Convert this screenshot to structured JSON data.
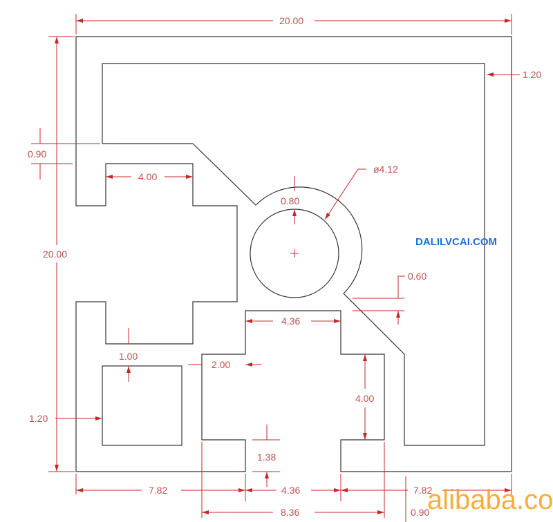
{
  "dimensions": {
    "top_width": "20.00",
    "left_height": "20.00",
    "right_wall": "1.20",
    "top_offset": "0.90",
    "upper_slot": "4.00",
    "diameter": "ø4.12",
    "ring_thickness": "0.80",
    "diag_gap": "0.60",
    "center_top": "4.36",
    "notch_width": "2.00",
    "right_notch_height": "4.00",
    "lower_gap": "1.00",
    "left_wall": "1.20",
    "slot_depth": "1.38",
    "bottom_left": "7.82",
    "bottom_center": "4.36",
    "bottom_right": "7.82",
    "bottom_total": "8.36",
    "bottom_small": "0.90"
  },
  "brand": "DALILVCAI.COM",
  "watermark": "alibaba.com"
}
